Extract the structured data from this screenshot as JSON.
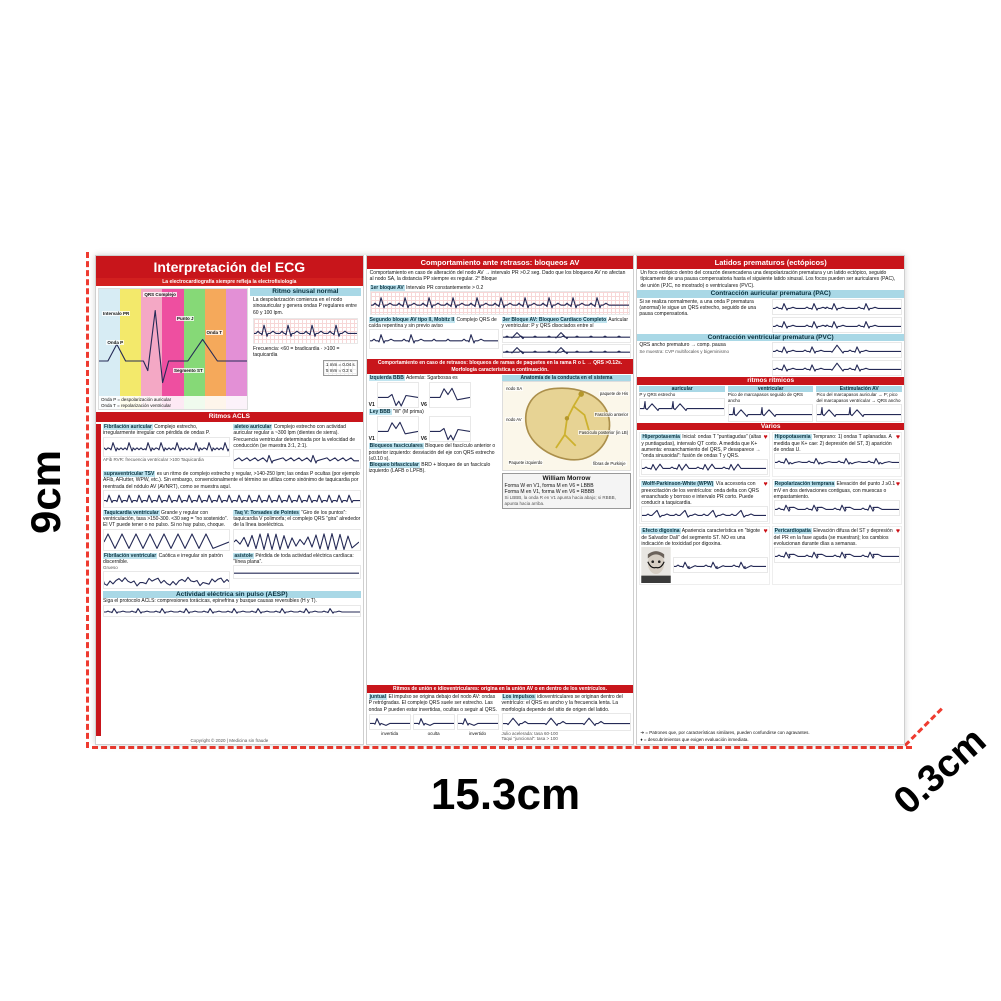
{
  "dims": {
    "h": "9cm",
    "w": "15.3cm",
    "d": "0.3cm"
  },
  "p1": {
    "title": "Interpretación del ECG",
    "subtitle": "La electrocardiografía siempre refleja la electrofisiología",
    "wave": {
      "stripe_colors": [
        "#d7ecf4",
        "#f3e96b",
        "#f4a8c5",
        "#ee4fa0",
        "#86d977",
        "#f5a95b",
        "#e390d6"
      ],
      "labels": [
        "QRS Complejo",
        "Intervalo PR",
        "Onda P",
        "Punto J",
        "Segmento ST",
        "Onda T"
      ],
      "captions": [
        "Onda P = despolarización auricular",
        "Onda T = repolarización ventricular"
      ]
    },
    "sinus": {
      "title": "Ritmo sinusal normal",
      "body": "La despolarización comienza en el nodo sinoauricular y genera ondas P regulares entre 60 y 100 lpm.",
      "caption": "Frecuencia: <60 = bradicardia · >100 = taquicardia",
      "scale1": "1 mm = 0.04 s",
      "scale2": "5 mm = 0.2 s"
    },
    "band": "Ritmos ACLS",
    "afib": {
      "label": "Fibrilación auricular",
      "body": "Complejo estrecho, irregularmente irregular con pérdida de ondas P.",
      "note": "AFib RVR: frecuencia ventricular >100 Taquicardia"
    },
    "flutter": {
      "label": "aleteo auricular",
      "body": "Complejo estrecho con actividad auricular regular a ~300 lpm (dientes de sierra). Frecuencia ventricular determinada por la velocidad de conducción (se muestra 3:1, 2:1)."
    },
    "svt": {
      "label": "supraventricular TSV",
      "body": "es un ritmo de complejo estrecho y regular, >140-250 lpm; las ondas P ocultas (por ejemplo AFib, AFlutter, WPW, etc.). Sin embargo, convencionalmente el término se utiliza como sinónimo de taquicardia por reentrada del nódulo AV (AVNRT), como se muestra aquí."
    },
    "vt": {
      "label": "Taquicardia ventricular",
      "body": "Grande y regular con ventriculación, tasa >150-300. <30 seg = “no sostenido”. El VT puede tener o no pulso. Si no hay pulso, choque."
    },
    "tdp": {
      "label": "Taq V: Torsades de Pointes",
      "body": "“Giro de los puntos”: taquicardia V polimorfa; el complejo QRS “gira” alrededor de la línea isoeléctrica."
    },
    "vf": {
      "label": "Fibrilación ventricular",
      "body": "Caótica e irregular sin patrón discernible.",
      "note": "Grueso"
    },
    "asys": {
      "label": "asístole",
      "body": "Pérdida de toda actividad eléctrica cardíaca: “línea plana”."
    },
    "aesp": {
      "label": "Actividad eléctrica sin pulso (AESP)",
      "body": "Siga el protocolo ACLS: compresiones torácicas, epinefrina y busque causas reversibles (H y T)."
    },
    "footer": "Copyright © 2020 | Medicina sin fraude"
  },
  "p2": {
    "title": "Comportamiento ante retrasos: bloqueos AV",
    "intro": "Comportamiento en caso de alteración del nodo AV → intervalo PR >0.2 seg. Dado que los bloqueos AV no afectan al nodo SA, la distancia PP siempre es regular. 2° Bloque",
    "b1": {
      "label": "1er bloque AV",
      "note": "Intervalo PR constantemente > 0.2"
    },
    "b2": {
      "label": "Segundo bloque AV tipo II, Mobitz II",
      "note": "Complejo QRS de caída repentina y sin previo aviso"
    },
    "b3": {
      "label": "3er Bloque AV: Bloqueo Cardíaco Completo",
      "note": "Auricular y ventricular: P y QRS disociados entre sí"
    },
    "bbb_band": "Comportamiento en caso de retrasos: bloqueos de ramas de paquetes en la rama R o L → QRS >0.12s. Morfología característica a continuación.",
    "lbbb": {
      "label": "Izquierda BBB",
      "note": "Además: Sgarbossa es",
      "m": "“W” (M prima)",
      "v1": "V1",
      "v6": "V6"
    },
    "rbbb": {
      "label": "Ley BBB",
      "v1": "V1",
      "v6": "V6"
    },
    "anatomy": {
      "title": "Anatomía de la conducta en el sistema",
      "labels": [
        "nodo SA",
        "nodo AV",
        "paquete de His",
        "Fascículo anterior",
        "Fascículo posterior (in LB)",
        "Paquete izquierdo",
        "fibras de Purkinje"
      ]
    },
    "fasc": {
      "label": "Bloqueos fasciculares",
      "body": "Bloqueo del fascículo anterior o posterior izquierdo: desviación del eje con QRS estrecho (≤0.10 s)."
    },
    "fasc2": {
      "label": "Bloqueo bifascicular",
      "body": "BRD + bloqueo de un fascículo izquierdo (LAFB o LPFB)."
    },
    "mnem": {
      "title": "William Morrow",
      "l1": "Forma W en V1, forma M en V6 = LBBB",
      "l2": "Forma M en V1, forma W en V6 = RBBB",
      "foot": "Si LBBB, la onda R en V1 apunta hacia abajo; si RBBB, apunta hacia arriba."
    },
    "junc_band": "Ritmos de unión e idioventriculares: origina en la unión AV o en dentro de los ventrículos.",
    "junc": {
      "label": "juntual",
      "body": "El impulso se origina debajo del nodo AV: ondas P retrógradas. El complejo QRS suele ser estrecho. Las ondas P pueden estar invertidas, ocultas o seguir al QRS.",
      "t1": "invertida",
      "t2": "oculta",
      "t3": "invertido"
    },
    "idio": {
      "label": "Los impulsos",
      "body": "idioventriculares se originan dentro del ventrículo: el QRS es ancho y la frecuencia lenta. La morfología depende del sitio de origen del latido."
    },
    "foot1": "Julio acelerada: tasa 60-100",
    "foot2": "Taqui “juncional”: tasa > 100"
  },
  "p3": {
    "title": "Latidos prematuros (ectópicos)",
    "intro": "Un foco ectópico dentro del corazón desencadena una despolarización prematura y un latido ectópico, seguido típicamente de una pausa compensatoria hasta el siguiente latido sinusal. Los focos pueden ser auriculares (PAC), de unión (PJC, no mostrado) o ventriculares (PVC).",
    "pac": {
      "title": "Contracción auricular prematura (PAC)",
      "body": "Si se realiza normalmente, a una onda P prematura (anormal) le sigue un QRS estrecho, seguido de una pausa compensatoria."
    },
    "pvc": {
      "title": "Contracción ventricular prematura (PVC)",
      "note": "QRS ancho prematuro → comp. pausa",
      "caption": "Se muestra: CVP multifocales y bigeminismo"
    },
    "paced_band": "ritmos rítmicos",
    "paced": [
      {
        "label": "auricular",
        "body": "P y QRS estrecho"
      },
      {
        "label": "ventricular",
        "body": "Pico de marcapasos seguido de QRS ancho"
      },
      {
        "label": "Estimulación AV",
        "body": "Pico del marcapasos auricular → P; pico del marcapasos ventricular → QRS ancho"
      }
    ],
    "varios_band": "Varios",
    "items": [
      {
        "label": "Hiperpotasemia",
        "body": "Inicial: ondas T “puntiagudas” (altas y puntiagudas), intervalo QT corto. A medida que K+ aumenta: ensanchamiento del QRS, P desaparece → “onda sinusoidal”: fusión de ondas T y QRS."
      },
      {
        "label": "Hipopotasemia",
        "body": "Temprano: 1) ondas T aplanadas. A medida que K+ cae: 2) depresión del ST, 3) aparición de ondas U."
      },
      {
        "label": "Wolff-Parkinson-White (WPW)",
        "body": "Vía accesoria con preexcitación de los ventrículos: onda delta con QRS ensanchado y borroso e intervalo PR corto. Puede conducir a taquicardia."
      },
      {
        "label": "Repolarización temprana",
        "body": "Elevación del punto J ≥0.1 mV en dos derivaciones contiguas, con muescas o empastamiento."
      },
      {
        "label": "Efecto digoxina",
        "body": "Apariencia característica en “bigote de Salvador Dalí” del segmento ST. NO es una indicación de toxicidad por digoxina."
      },
      {
        "label": "Pericardiopatía",
        "body": "Elevación difusa del ST y depresión del PR en la fase aguda (se muestran); los cambios evolucionan durante días a semanas."
      }
    ],
    "legend1": "➜ = Patrones que, por características similares, pueden confundirse con agravantes.",
    "legend2": "♦ = descubrimientos que exigen evaluación inmediata."
  }
}
